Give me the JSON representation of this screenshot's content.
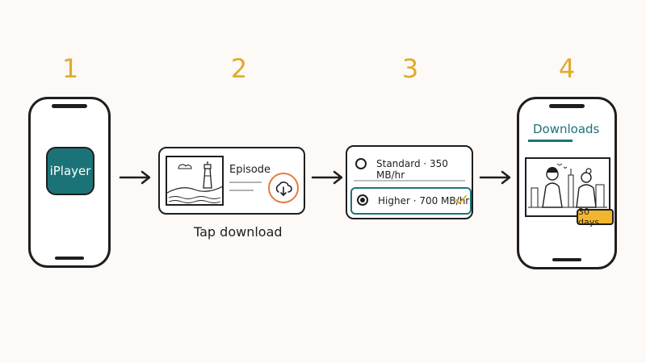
{
  "steps": [
    {
      "number": "1"
    },
    {
      "number": "2",
      "episode_label": "Episode",
      "caption": "Tap download"
    },
    {
      "number": "3",
      "options": [
        {
          "label": "Standard · 350 MB/hr",
          "selected": false
        },
        {
          "label": "Higher · 700 MB/hr",
          "selected": true
        }
      ]
    },
    {
      "number": "4",
      "tab_label": "Downloads",
      "badge": "30 days"
    }
  ],
  "app_icon_label": "iPlayer",
  "colors": {
    "accent": "#1c7377",
    "numbers": "#e0aa2c",
    "download": "#e67a3d",
    "badge": "#f2b530",
    "ink": "#1e1e1e"
  }
}
